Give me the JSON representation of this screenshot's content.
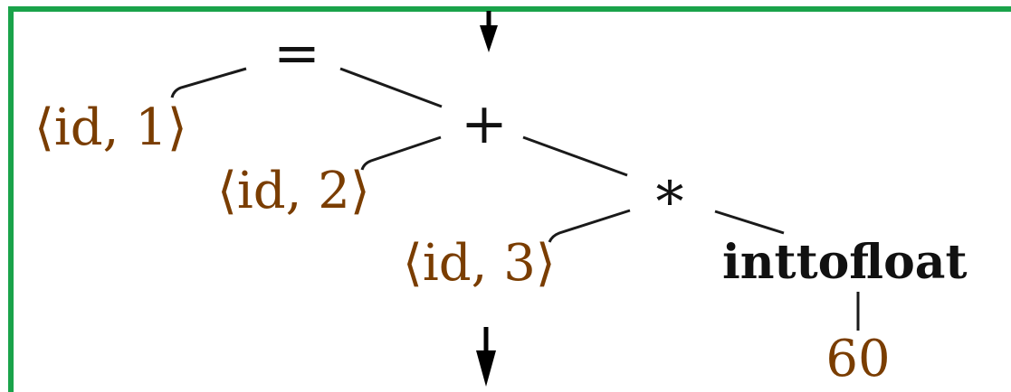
{
  "colors": {
    "frame": "#1aa34a",
    "identifier": "#7a3d00",
    "operator": "#111111",
    "edge": "#1a1a1a",
    "leaf_value": "#7a3d00"
  },
  "nodes": {
    "assign_op": "=",
    "id1": "⟨id, 1⟩",
    "plus_op": "+",
    "id2": "⟨id, 2⟩",
    "times_op": "*",
    "id3": "⟨id, 3⟩",
    "inttofloat": "inttofloat",
    "literal_60": "60"
  },
  "icons": {
    "top_arrow": "arrow-down-icon",
    "bottom_arrow": "arrow-down-icon"
  }
}
